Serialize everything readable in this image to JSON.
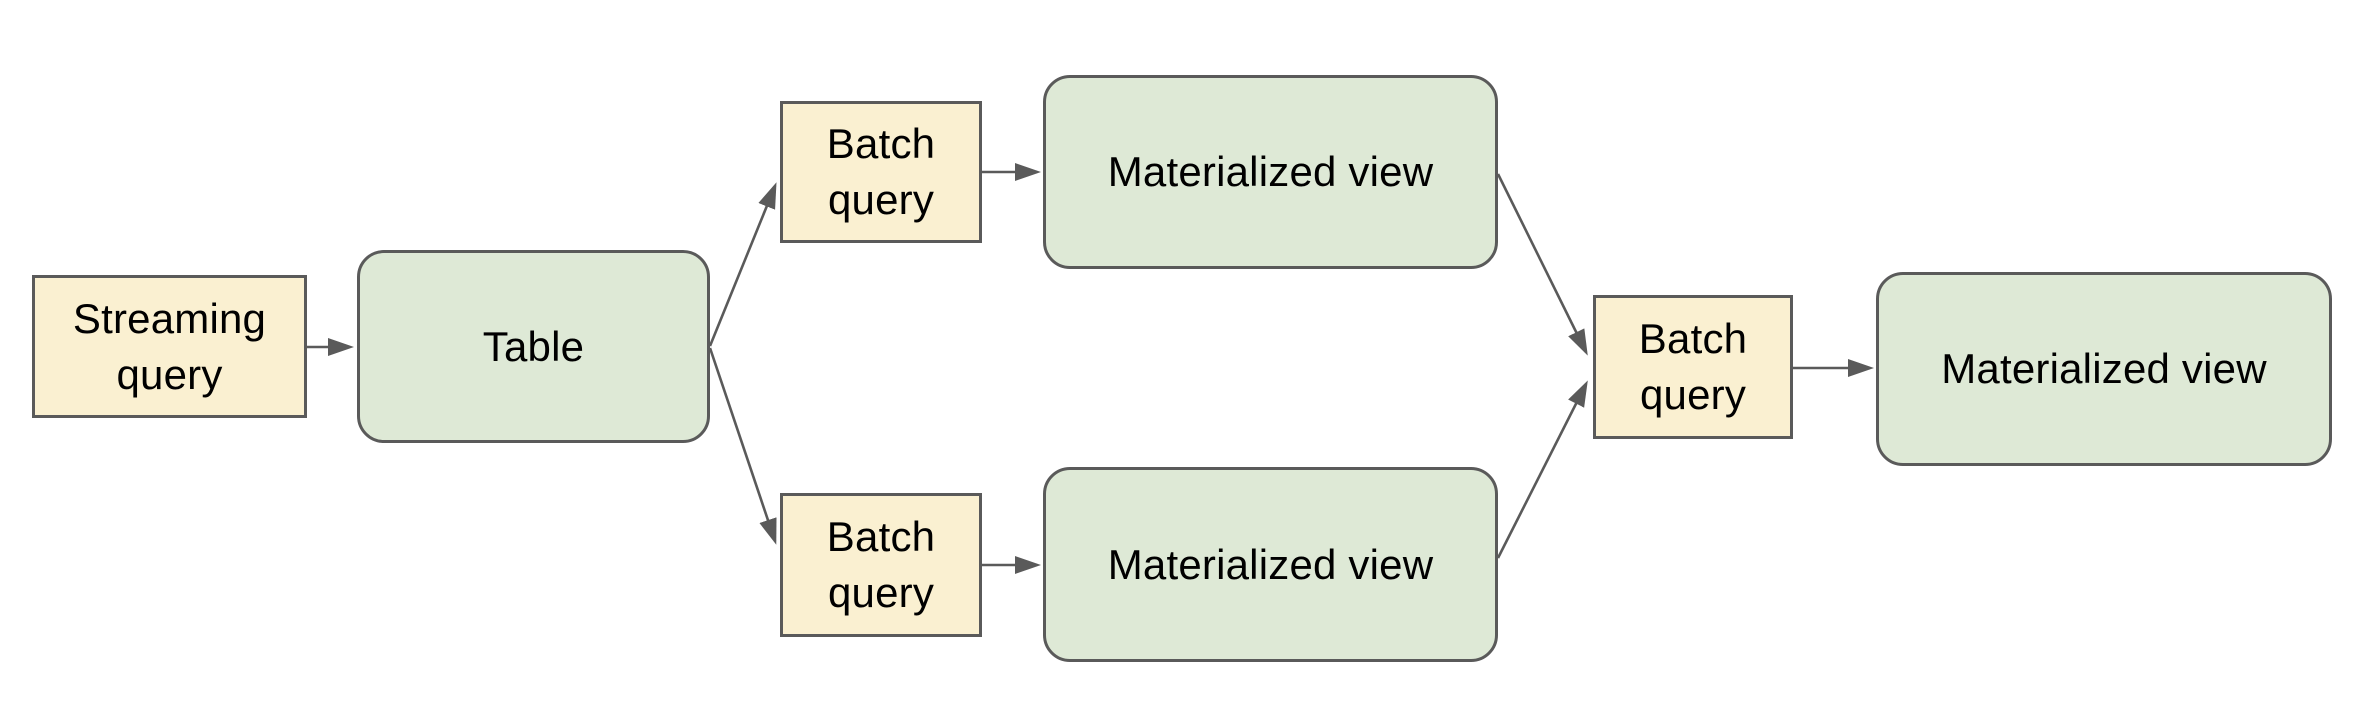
{
  "diagram": {
    "type": "flow-diagram",
    "description_visible_text_only": true
  },
  "colors": {
    "process_fill": "#FAF0D1",
    "process_border": "#5A5A5A",
    "artifact_fill": "#DEE9D6",
    "artifact_border": "#5A5A5A",
    "connector_color": "#5A5A5A",
    "text_color": "#000000",
    "canvas_background": "#FFFFFF"
  },
  "nodes": [
    {
      "id": "streaming-query",
      "label": "Streaming query",
      "shape": "rectangle",
      "kind": "query"
    },
    {
      "id": "table",
      "label": "Table",
      "shape": "rounded-rectangle",
      "kind": "artifact"
    },
    {
      "id": "batch-query-top",
      "label": "Batch query",
      "shape": "rectangle",
      "kind": "query"
    },
    {
      "id": "materialized-view-top",
      "label": "Materialized view",
      "shape": "rounded-rectangle",
      "kind": "artifact"
    },
    {
      "id": "batch-query-bottom",
      "label": "Batch query",
      "shape": "rectangle",
      "kind": "query"
    },
    {
      "id": "materialized-view-bottom",
      "label": "Materialized view",
      "shape": "rounded-rectangle",
      "kind": "artifact"
    },
    {
      "id": "batch-query-final",
      "label": "Batch query",
      "shape": "rectangle",
      "kind": "query"
    },
    {
      "id": "materialized-view-final",
      "label": "Materialized view",
      "shape": "rounded-rectangle",
      "kind": "artifact"
    }
  ],
  "edges": [
    {
      "from": "streaming-query",
      "to": "table"
    },
    {
      "from": "table",
      "to": "batch-query-top"
    },
    {
      "from": "table",
      "to": "batch-query-bottom"
    },
    {
      "from": "batch-query-top",
      "to": "materialized-view-top"
    },
    {
      "from": "batch-query-bottom",
      "to": "materialized-view-bottom"
    },
    {
      "from": "materialized-view-top",
      "to": "batch-query-final"
    },
    {
      "from": "materialized-view-bottom",
      "to": "batch-query-final"
    },
    {
      "from": "batch-query-final",
      "to": "materialized-view-final"
    }
  ]
}
